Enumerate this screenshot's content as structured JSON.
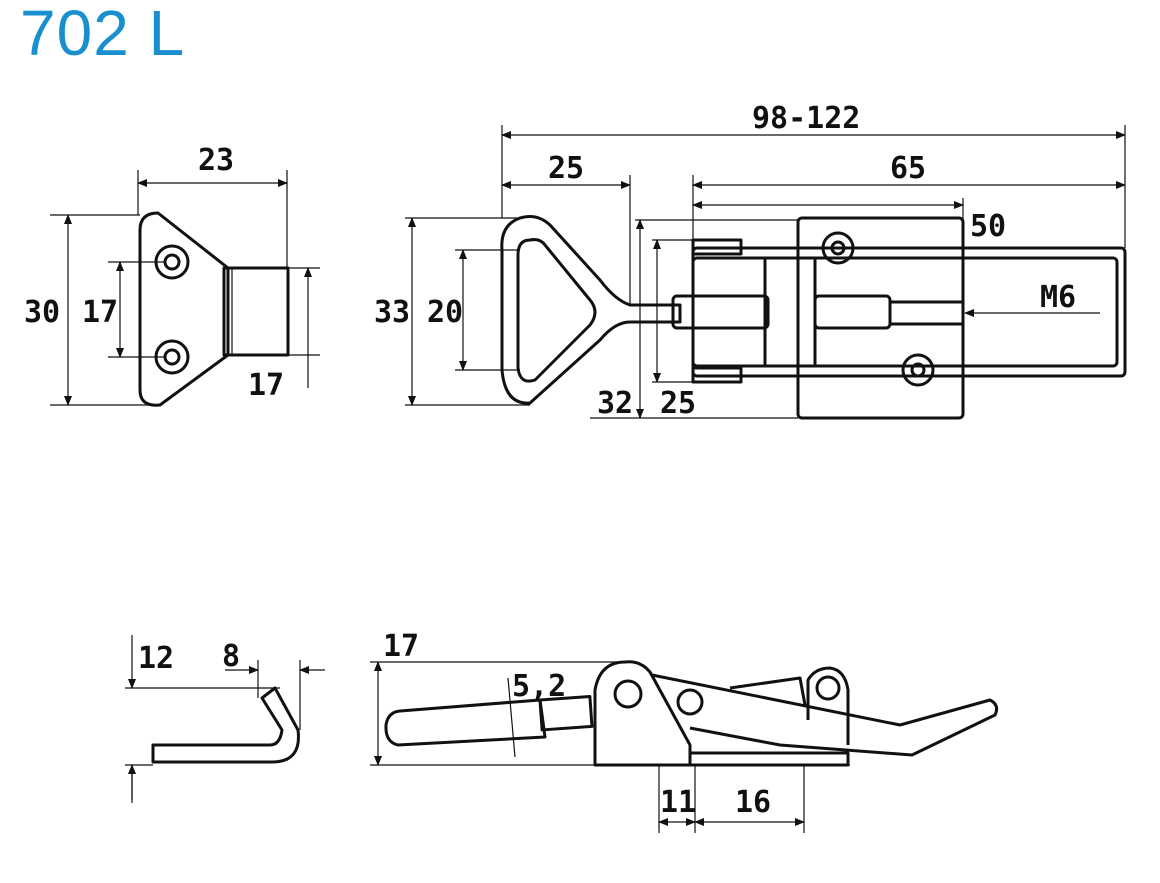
{
  "title": "702 L",
  "accent_color": "#1a8fd0",
  "views": {
    "top_left": {
      "width": "23",
      "height": "30",
      "hole_spacing": "17",
      "tab_height": "17"
    },
    "top_right": {
      "overall_length": "98-122",
      "handle_length": "25",
      "body_length": "65",
      "hook_length": "50",
      "handle_height": "33",
      "handle_inner": "20",
      "plate_height": "32",
      "body_height": "25",
      "thread": "M6"
    },
    "bottom_left": {
      "height": "12",
      "hook_width": "8"
    },
    "bottom_right": {
      "height": "17",
      "rod_diameter": "5,2",
      "offset": "11",
      "hole_spacing": "16"
    }
  }
}
